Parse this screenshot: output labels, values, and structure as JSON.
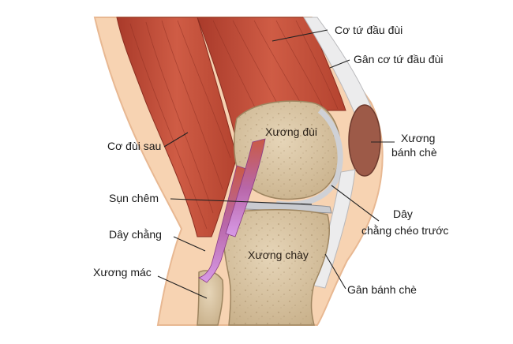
{
  "colors": {
    "skin": "#f5c9a3",
    "muscle": "#c4503c",
    "muscle_dark": "#9a3426",
    "bone": "#dcc7a6",
    "bone_dark": "#b9a27c",
    "tendon": "#e9e9ea",
    "cartilage": "#c9cbd0",
    "ligament": "#c78fd8",
    "patella": "#9b5a4a"
  },
  "labels": {
    "quadriceps": "Cơ tứ đầu đùi",
    "quad_tendon": "Gân cơ tứ đầu đùi",
    "patella_line1": "Xương",
    "patella_line2": "bánh chè",
    "hamstring": "Cơ đùi sau",
    "femur": "Xương đùi",
    "meniscus": "Sụn chêm",
    "acl_line1": "Dây",
    "acl_line2": "chằng chéo trước",
    "ligament": "Dây chằng",
    "tibia": "Xương chày",
    "fibula": "Xương mác",
    "patellar_tendon": "Gân bánh chè"
  }
}
